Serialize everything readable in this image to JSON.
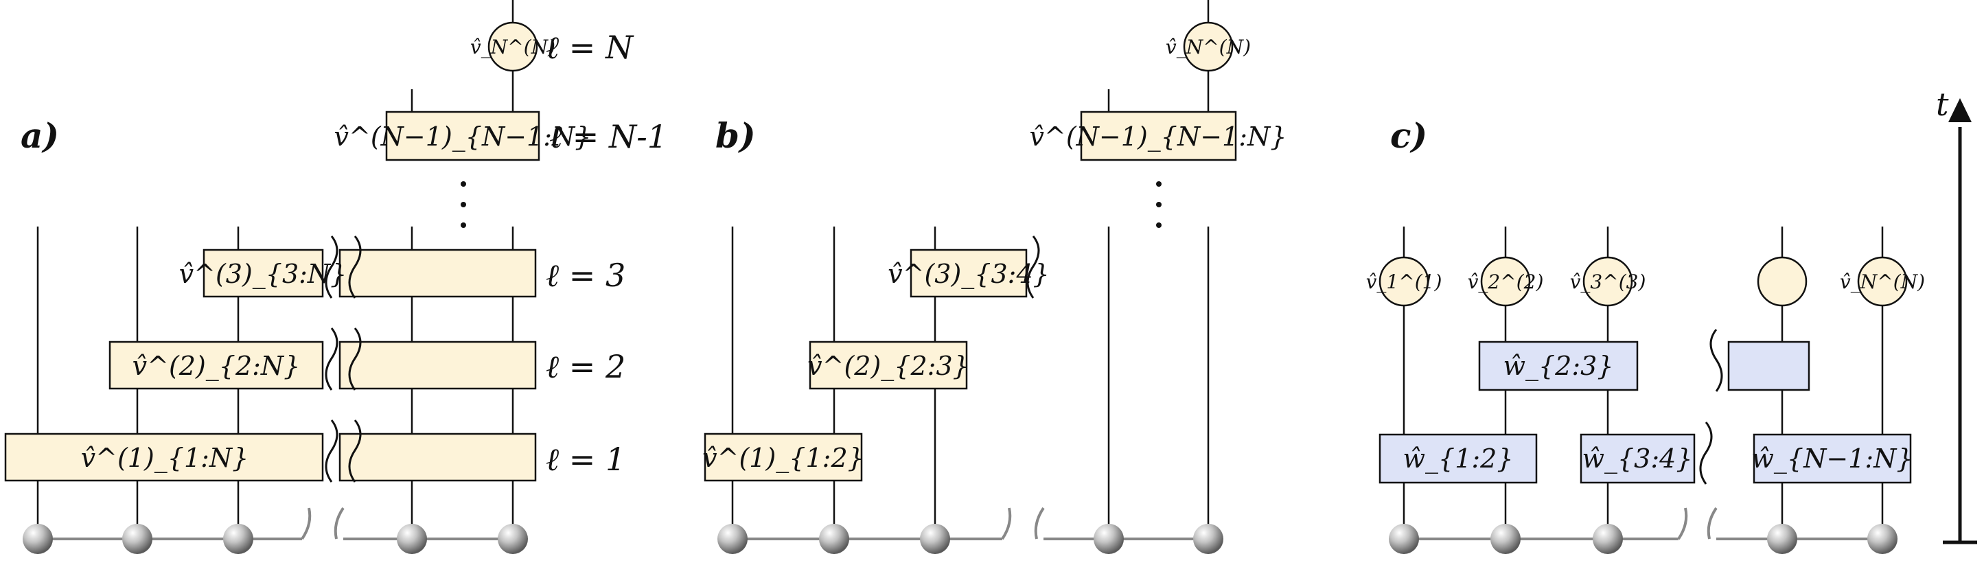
{
  "panels": {
    "a": {
      "label": "a)"
    },
    "b": {
      "label": "b)"
    },
    "c": {
      "label": "c)"
    }
  },
  "layers": {
    "l_top": "ℓ = N",
    "l_nm1": "ℓ = N-1",
    "l_3": "ℓ = 3",
    "l_2": "ℓ = 2",
    "l_1": "ℓ = 1"
  },
  "axis": {
    "label": "t"
  },
  "operators": {
    "a_vNN": "v̂_N^(N)",
    "a_vNm1": "v̂^(N−1)_{N−1:N}",
    "a_v3": "v̂^(3)_{3:N}",
    "a_v2": "v̂^(2)_{2:N}",
    "a_v1": "v̂^(1)_{1:N}",
    "b_vNN": "v̂_N^(N)",
    "b_vNm1": "v̂^(N−1)_{N−1:N}",
    "b_v3": "v̂^(3)_{3:4}",
    "b_v2": "v̂^(2)_{2:3}",
    "b_v1": "v̂^(1)_{1:2}",
    "c_v1": "v̂_1^(1)",
    "c_v2": "v̂_2^(2)",
    "c_v3": "v̂_3^(3)",
    "c_vN": "v̂_N^(N)",
    "c_w23": "ŵ_{2:3}",
    "c_w12": "ŵ_{1:2}",
    "c_w34": "ŵ_{3:4}",
    "c_wN": "ŵ_{N−1:N}"
  }
}
